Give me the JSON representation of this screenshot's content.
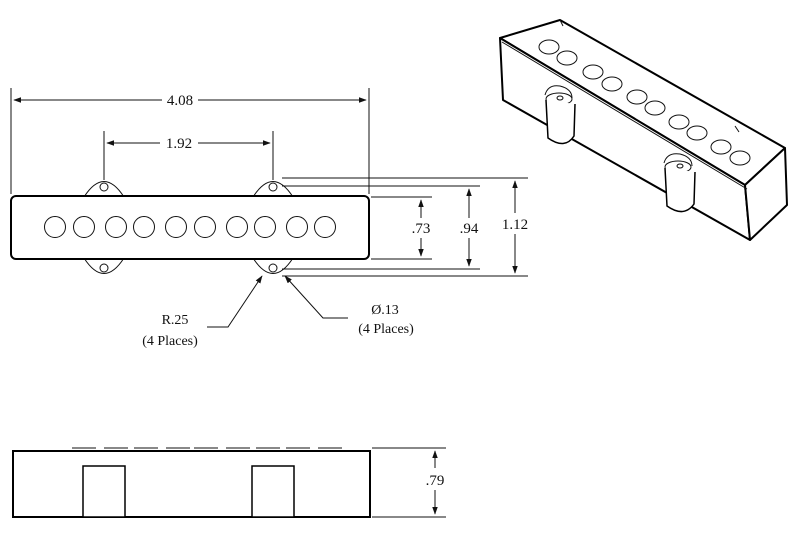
{
  "dimensions": {
    "overall_length": "4.08",
    "mount_spacing": "1.92",
    "body_width": ".73",
    "pole_width": ".94",
    "tab_width": "1.12",
    "height": ".79"
  },
  "callouts": {
    "radius": {
      "label": "R.25",
      "sub": "(4 Places)"
    },
    "hole": {
      "label": "Ø.13",
      "sub": "(4 Places)"
    }
  },
  "top_view": {
    "pole_count": 10
  },
  "iso_view": {
    "pole_count": 10
  }
}
